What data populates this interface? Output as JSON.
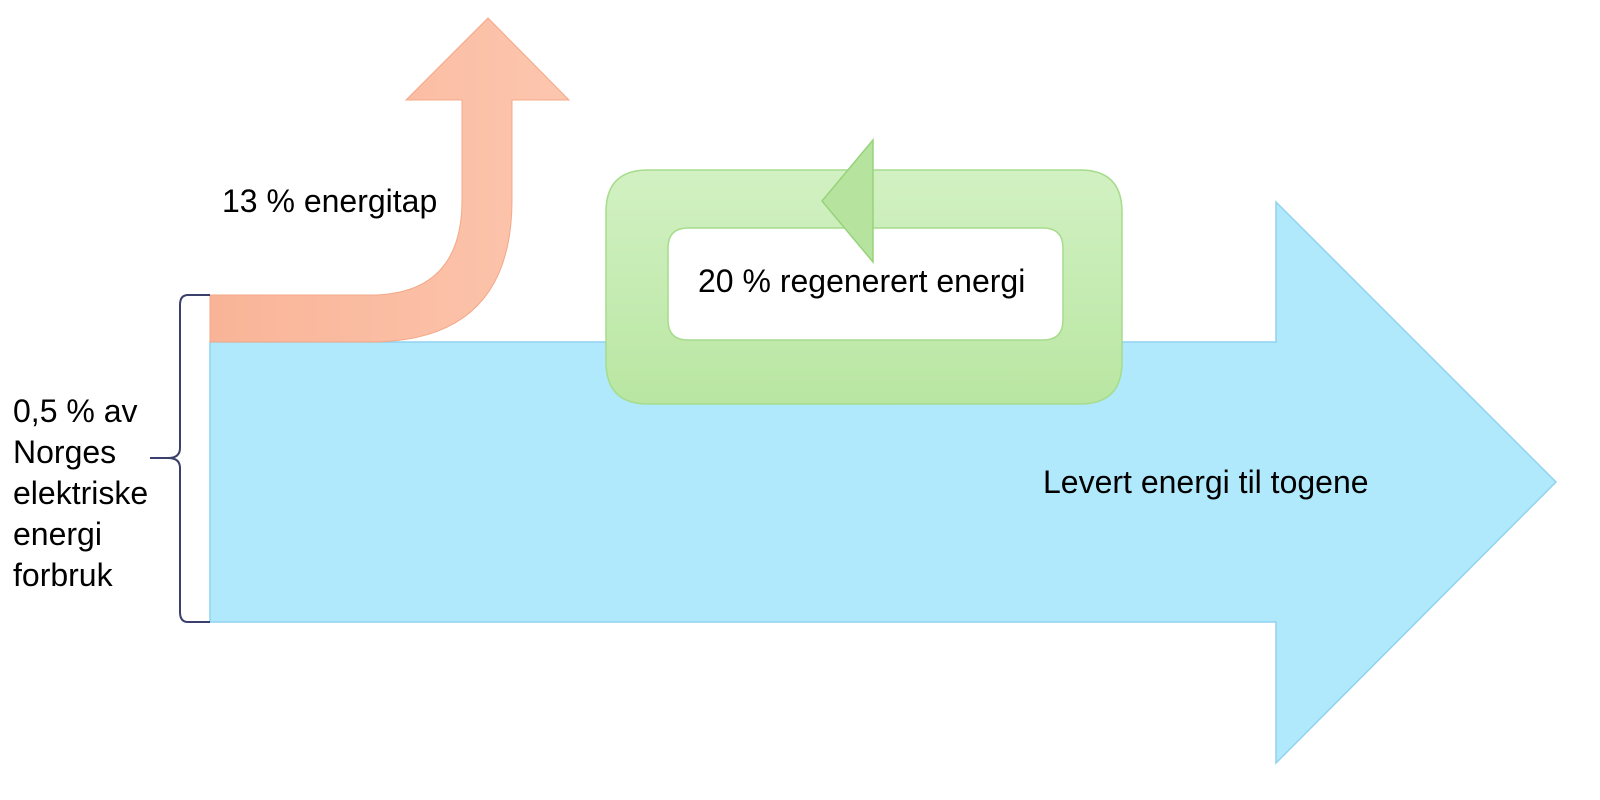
{
  "diagram": {
    "source_label": [
      "0,5 % av",
      "Norges",
      "elektriske",
      "energi",
      "forbruk"
    ],
    "loss_label": "13 % energitap",
    "regen_label": "20 % regenerert energi",
    "delivered_label": "Levert energi til togene"
  },
  "colors": {
    "delivered_fill": "#b0e9fc",
    "delivered_stroke": "#8fd3ee",
    "loss_fill": "#fbc0a6",
    "loss_stroke": "#f4a888",
    "regen_fill": "#c5ecb3",
    "regen_stroke": "#a6dc8c",
    "brace": "#3a3f6b"
  }
}
